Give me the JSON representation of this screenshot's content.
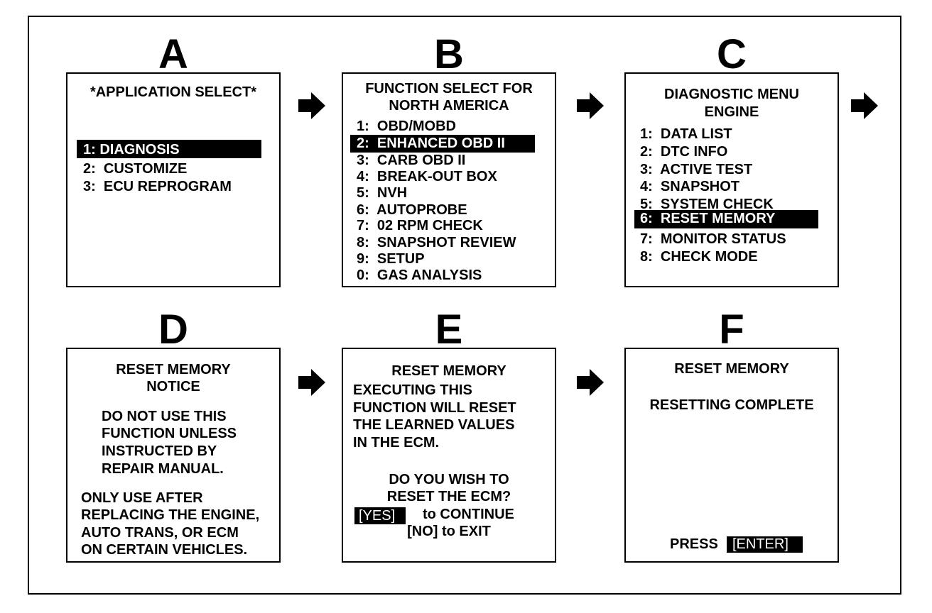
{
  "panels": {
    "A": {
      "letter": "A",
      "title": "*APPLICATION SELECT*",
      "items": [
        "1: DIAGNOSIS",
        "2:  CUSTOMIZE",
        "3:  ECU REPROGRAM"
      ],
      "selected": 0
    },
    "B": {
      "letter": "B",
      "title": [
        "FUNCTION SELECT FOR",
        "NORTH AMERICA"
      ],
      "items": [
        "1:  OBD/MOBD",
        "2:  ENHANCED OBD II",
        "3:  CARB OBD II",
        "4:  BREAK-OUT BOX",
        "5:  NVH",
        "6:  AUTOPROBE",
        "7:  02 RPM CHECK",
        "8:  SNAPSHOT REVIEW",
        "9:  SETUP",
        "0:  GAS ANALYSIS"
      ],
      "selected": 1
    },
    "C": {
      "letter": "C",
      "title": [
        "DIAGNOSTIC MENU",
        "ENGINE"
      ],
      "items": [
        "1:  DATA LIST",
        "2:  DTC INFO",
        "3:  ACTIVE TEST",
        "4:  SNAPSHOT",
        "5:  SYSTEM CHECK",
        "6:  RESET MEMORY",
        "7:  MONITOR STATUS",
        "8:  CHECK MODE"
      ],
      "selected": 5
    },
    "D": {
      "letter": "D",
      "title": [
        "RESET MEMORY",
        "NOTICE"
      ],
      "notice": [
        "DO NOT USE THIS",
        "FUNCTION UNLESS",
        "INSTRUCTED BY",
        "REPAIR MANUAL."
      ],
      "note": [
        "ONLY USE AFTER",
        "REPLACING THE ENGINE,",
        "AUTO TRANS, OR ECM",
        "ON CERTAIN VEHICLES."
      ]
    },
    "E": {
      "letter": "E",
      "title": "RESET MEMORY",
      "body": [
        "EXECUTING THIS",
        "FUNCTION WILL RESET",
        "THE LEARNED VALUES",
        "IN THE ECM."
      ],
      "question": [
        "DO YOU WISH TO",
        "RESET THE ECM?"
      ],
      "yes_key": "[YES]",
      "yes_text": "to CONTINUE",
      "no_text": "[NO] to EXIT"
    },
    "F": {
      "letter": "F",
      "title": "RESET MEMORY",
      "status": "RESETTING COMPLETE",
      "press": "PRESS",
      "enter_key": "[ENTER]"
    }
  },
  "icons": {
    "flow_arrow": "right-arrow-icon"
  },
  "colors": {
    "ink": "#000000",
    "paper": "#ffffff"
  }
}
